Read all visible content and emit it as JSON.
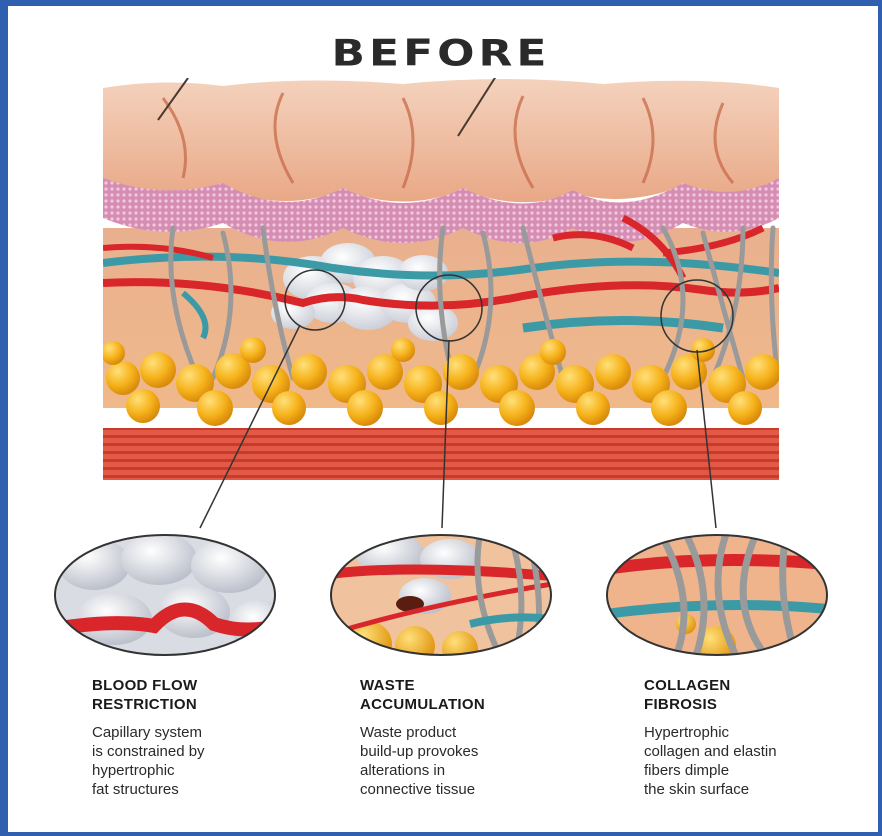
{
  "diagram": {
    "title": "BEFORE"
  },
  "callouts": [
    {
      "heading_lines": [
        "BLOOD FLOW",
        "RESTRICTION"
      ],
      "body_lines": [
        "Capillary system",
        "is constrained by",
        "hypertrophic",
        "fat structures"
      ]
    },
    {
      "heading_lines": [
        "WASTE",
        "ACCUMULATION"
      ],
      "body_lines": [
        "Waste product",
        "build-up provokes",
        "alterations in",
        "connective tissue"
      ]
    },
    {
      "heading_lines": [
        "COLLAGEN",
        "FIBROSIS"
      ],
      "body_lines": [
        "Hypertrophic",
        "collagen and elastin",
        "fibers dimple",
        "the skin surface"
      ]
    }
  ],
  "colors": {
    "frame_border": "#2f5fae",
    "skin": "#f2c3a6",
    "dermis": "#d98ab0",
    "fat": "#f6b21a",
    "muscle": "#e0523f",
    "artery": "#d8262b",
    "vein": "#3c9aa6",
    "collagen": "#9a9a9a"
  }
}
